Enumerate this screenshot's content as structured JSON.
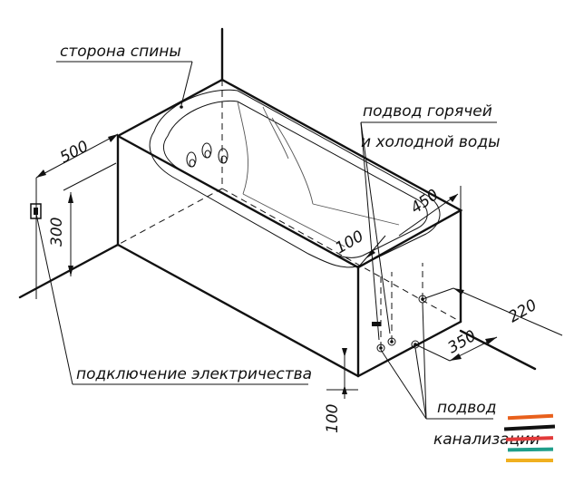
{
  "labels": {
    "back_side": "сторона спины",
    "water_supply_line1": "подвод горячей",
    "water_supply_line2": "и холодной воды",
    "electric": "подключение электричества",
    "drain_line1": "подвод",
    "drain_line2": "канализации"
  },
  "dimensions": {
    "d500": "500",
    "d450": "450",
    "d300": "300",
    "d100_top": "100",
    "d220": "220",
    "d350": "350",
    "d100_bottom": "100"
  },
  "logo_colors": [
    "#e8601c",
    "#111111",
    "#e23a3a",
    "#1f9e8a",
    "#f0b020"
  ]
}
